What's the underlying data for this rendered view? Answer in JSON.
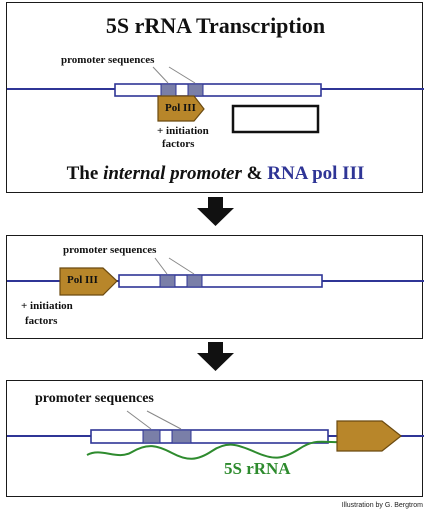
{
  "colors": {
    "dna_line": "#2f3596",
    "box_outline": "#2f3596",
    "promoter_fill": "#7a7fa8",
    "pol_fill": "#b8862a",
    "pol_stroke": "#6b4a10",
    "rna_green": "#2e8b2e",
    "arrow": "#111111"
  },
  "icons": [
    "pol-iii-arrow-shape",
    "down-arrow-icon"
  ],
  "panel1": {
    "title": "5S rRNA Transcription",
    "promoter_label": "promoter sequences",
    "pol_label": "Pol III",
    "factors_label_1": "+ initiation",
    "factors_label_2": "factors",
    "caption_prefix": "The ",
    "caption_italic": "internal promoter",
    "caption_mid": " & ",
    "caption_blue": "RNA pol III"
  },
  "panel2": {
    "promoter_label": "promoter sequences",
    "pol_label": "Pol III",
    "factors_label_1": "+ initiation",
    "factors_label_2": "factors"
  },
  "panel3": {
    "promoter_label": "promoter sequences",
    "rna_label": "5S rRNA"
  },
  "credit": "Illustration by G. Bergtrom"
}
